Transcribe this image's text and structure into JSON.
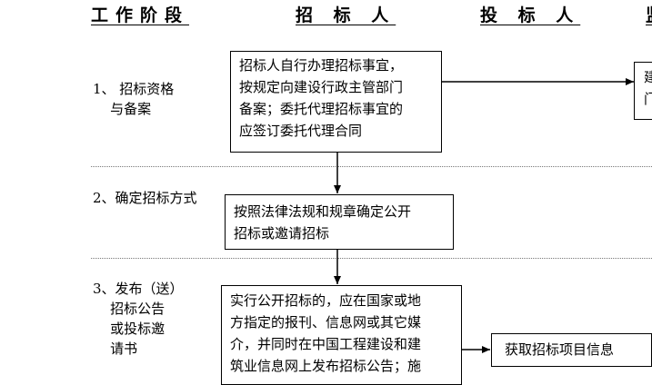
{
  "headers": {
    "stage": "工作阶段",
    "tenderer": "招 标 人",
    "bidder": "投 标 人",
    "next": "监"
  },
  "stages": [
    {
      "label": "1、 招标资格\n    与备案"
    },
    {
      "label": "2、确定招标方式"
    },
    {
      "label": "3、发布（送）\n    招标公告\n    或投标邀\n    请书"
    }
  ],
  "boxes": {
    "box1": [
      "招标人自行办理招标事宜，",
      "按规定向建设行政主管部门",
      "备案；委托代理招标事宜的",
      "应签订委托代理合同"
    ],
    "box2": [
      "按照法律法规和规章确定公开",
      "招标或邀请招标"
    ],
    "box3": [
      "实行公开招标的，应在国家或地",
      "方指定的报刊、信息网或其它媒",
      "介，并同时在中国工程建设和建",
      "筑业信息网上发布招标公告；施"
    ],
    "bidder_box": [
      "获取招标项目信息"
    ],
    "edge_box": [
      "建",
      "门"
    ]
  }
}
